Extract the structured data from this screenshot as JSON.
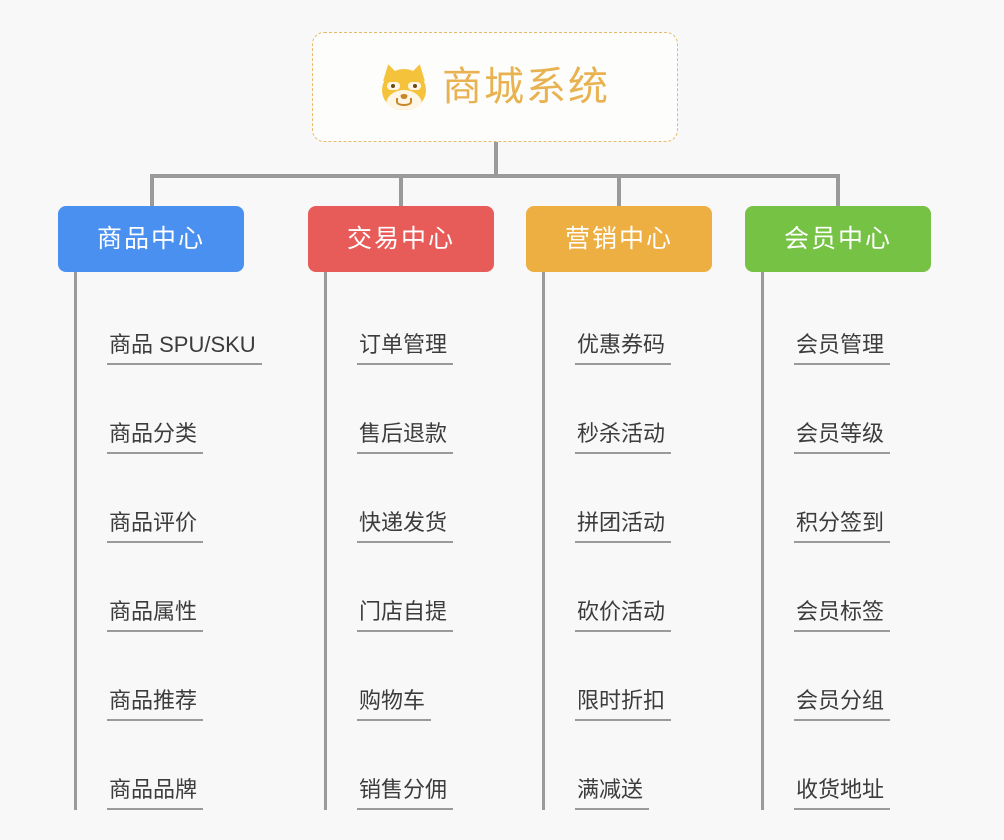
{
  "page": {
    "background_color": "#f8f8f8",
    "type": "org-chart"
  },
  "root": {
    "title": "商城系统",
    "icon": "shiba-dog-face-icon",
    "text_color": "#e8b251",
    "border_color": "#e9b96a"
  },
  "connector_color": "#9a9a9a",
  "columns": [
    {
      "id": "product-center",
      "label": "商品中心",
      "color": "#4a90f0",
      "items": [
        "商品 SPU/SKU",
        "商品分类",
        "商品评价",
        "商品属性",
        "商品推荐",
        "商品品牌"
      ]
    },
    {
      "id": "trade-center",
      "label": "交易中心",
      "color": "#e75b59",
      "items": [
        "订单管理",
        "售后退款",
        "快递发货",
        "门店自提",
        "购物车",
        "销售分佣"
      ]
    },
    {
      "id": "marketing-center",
      "label": "营销中心",
      "color": "#edae42",
      "items": [
        "优惠券码",
        "秒杀活动",
        "拼团活动",
        "砍价活动",
        "限时折扣",
        "满减送"
      ]
    },
    {
      "id": "member-center",
      "label": "会员中心",
      "color": "#76c244",
      "items": [
        "会员管理",
        "会员等级",
        "积分签到",
        "会员标签",
        "会员分组",
        "收货地址"
      ]
    }
  ]
}
